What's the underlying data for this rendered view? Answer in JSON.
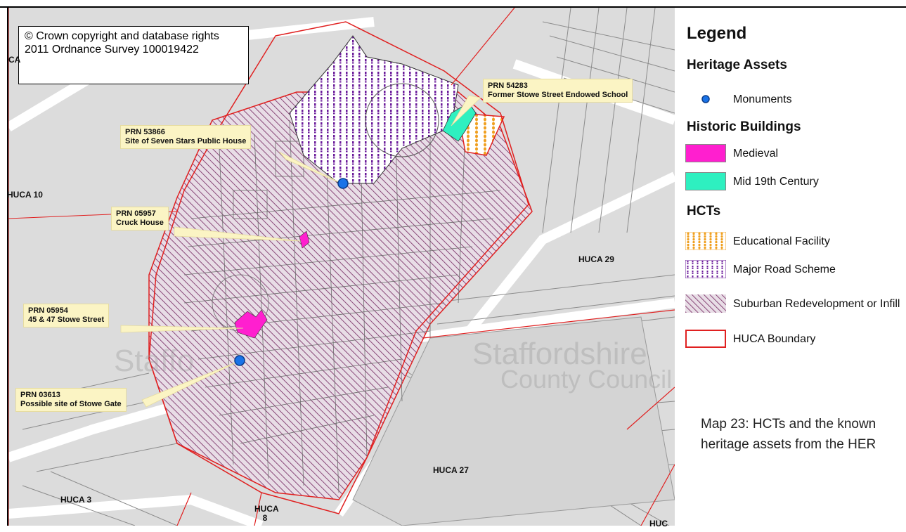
{
  "map": {
    "copyright": "© Crown copyright and database rights 2011 Ordnance Survey 100019422",
    "huca_labels": [
      "HUCA 10",
      "HUCA 29",
      "HUCA 27",
      "HUCA 3",
      "HUCA 8",
      "CA",
      "HUC"
    ],
    "callouts": [
      {
        "prn": "PRN 54283",
        "name": "Former Stowe Street Endowed School"
      },
      {
        "prn": "PRN 53866",
        "name": "Site of Seven Stars Public House"
      },
      {
        "prn": "PRN 05957",
        "name": "Cruck House"
      },
      {
        "prn": "PRN 05954",
        "name": "45 & 47 Stowe Street"
      },
      {
        "prn": "PRN 03613",
        "name": "Possible site of Stowe Gate"
      }
    ]
  },
  "legend": {
    "title": "Legend",
    "sections": {
      "heritage_assets": "Heritage Assets",
      "historic_buildings": "Historic Buildings",
      "hcts": "HCTs"
    },
    "items": {
      "monuments": "Monuments",
      "medieval": "Medieval",
      "mid19": "Mid 19th Century",
      "educational": "Educational Facility",
      "major_road": "Major Road Scheme",
      "suburban": "Suburban Redevelopment or Infill",
      "huca_boundary": "HUCA Boundary"
    },
    "colors": {
      "monument": "#1a73e8",
      "medieval": "#ff1fcf",
      "mid19": "#2ef0c0",
      "educational": "#f0a020",
      "major_road": "#6a1a9a",
      "suburban": "#8a4a7a",
      "boundary": "#e02020"
    }
  },
  "caption": "Map 23: HCTs and the known heritage assets from the HER"
}
